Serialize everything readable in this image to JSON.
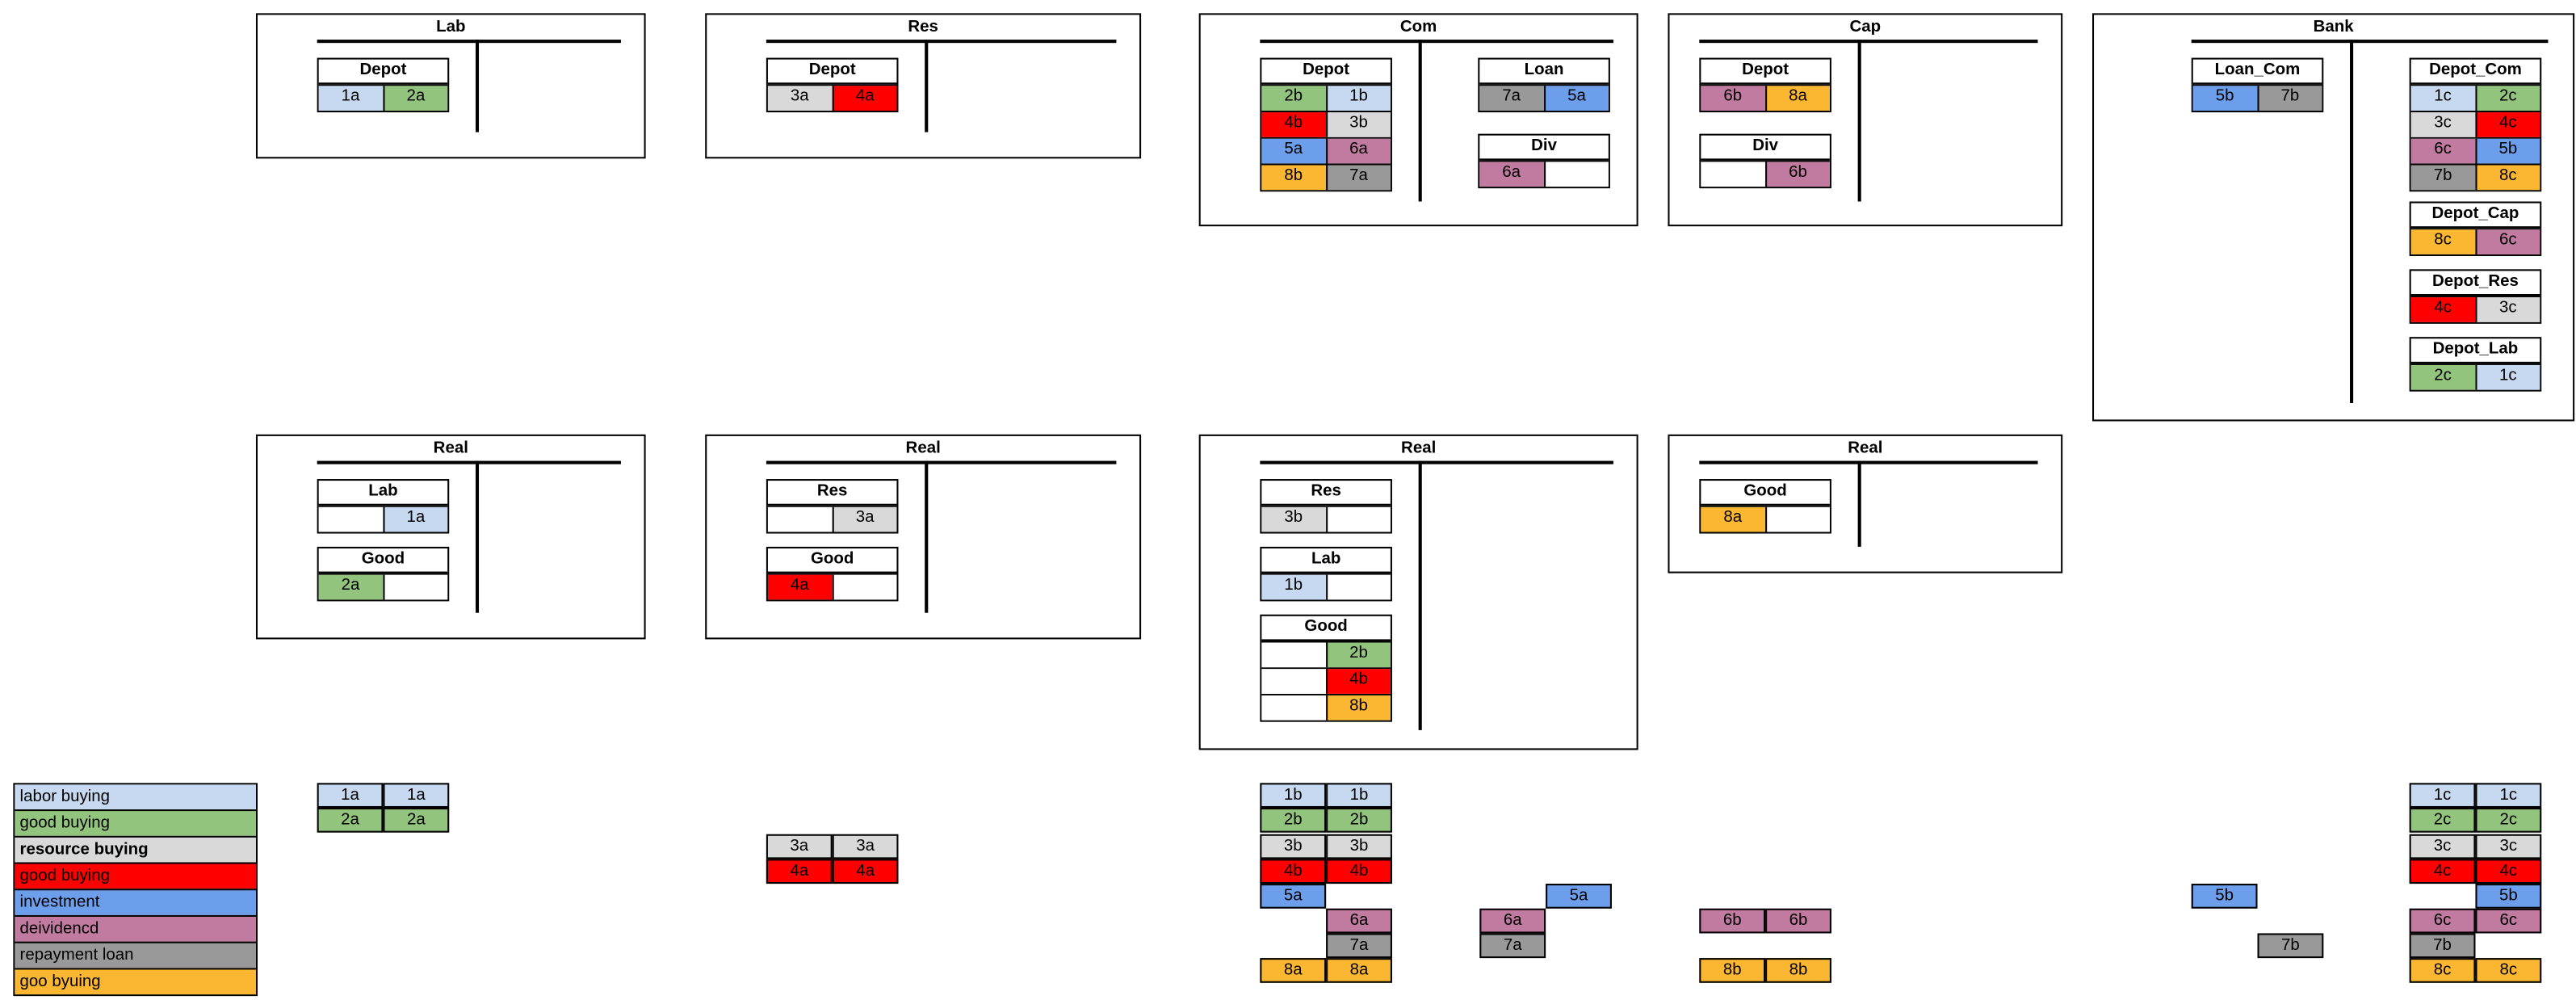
{
  "colors": {
    "labor": "#c6d9f1",
    "good_green": "#93c47d",
    "resource": "#d9d9d9",
    "red": "#ff0000",
    "blue": "#6d9eeb",
    "pink": "#c27ba0",
    "gray": "#999999",
    "orange": "#fbb732",
    "empty": "#ffffff"
  },
  "legend": [
    {
      "label": "labor buying",
      "color": "labor",
      "bold": false
    },
    {
      "label": "good buying",
      "color": "good_green",
      "bold": false
    },
    {
      "label": "resource buying",
      "color": "resource",
      "bold": true
    },
    {
      "label": "good buying",
      "color": "red",
      "bold": false
    },
    {
      "label": "investment",
      "color": "blue",
      "bold": false
    },
    {
      "label": "deividencd",
      "color": "pink",
      "bold": false
    },
    {
      "label": "repayment loan",
      "color": "gray",
      "bold": false
    },
    {
      "label": "goo byuing",
      "color": "orange",
      "bold": false
    }
  ],
  "sectors": [
    {
      "id": "lab",
      "title": "Lab",
      "accounts": [
        {
          "id": "lab-depot",
          "title": "Depot",
          "rows": [
            [
              [
                "1a",
                "labor"
              ],
              [
                "2a",
                "good_green"
              ]
            ]
          ]
        }
      ]
    },
    {
      "id": "res",
      "title": "Res",
      "accounts": [
        {
          "id": "res-depot",
          "title": "Depot",
          "rows": [
            [
              [
                "3a",
                "resource"
              ],
              [
                "4a",
                "red"
              ]
            ]
          ]
        }
      ]
    },
    {
      "id": "com",
      "title": "Com",
      "accounts": [
        {
          "id": "com-depot",
          "title": "Depot",
          "rows": [
            [
              [
                "2b",
                "good_green"
              ],
              [
                "1b",
                "labor"
              ]
            ],
            [
              [
                "4b",
                "red"
              ],
              [
                "3b",
                "resource"
              ]
            ],
            [
              [
                "5a",
                "blue"
              ],
              [
                "6a",
                "pink"
              ]
            ],
            [
              [
                "8b",
                "orange"
              ],
              [
                "7a",
                "gray"
              ]
            ]
          ]
        },
        {
          "id": "com-loan",
          "title": "Loan",
          "rows": [
            [
              [
                "7a",
                "gray"
              ],
              [
                "5a",
                "blue"
              ]
            ]
          ]
        },
        {
          "id": "com-div",
          "title": "Div",
          "rows": [
            [
              [
                "6a",
                "pink"
              ],
              [
                "",
                "empty"
              ]
            ]
          ]
        }
      ]
    },
    {
      "id": "cap",
      "title": "Cap",
      "accounts": [
        {
          "id": "cap-depot",
          "title": "Depot",
          "rows": [
            [
              [
                "6b",
                "pink"
              ],
              [
                "8a",
                "orange"
              ]
            ]
          ]
        },
        {
          "id": "cap-div",
          "title": "Div",
          "rows": [
            [
              [
                "",
                "empty"
              ],
              [
                "6b",
                "pink"
              ]
            ]
          ]
        }
      ]
    },
    {
      "id": "bank",
      "title": "Bank",
      "accounts": [
        {
          "id": "bank-loan-com",
          "title": "Loan_Com",
          "rows": [
            [
              [
                "5b",
                "blue"
              ],
              [
                "7b",
                "gray"
              ]
            ]
          ]
        },
        {
          "id": "bank-depot-com",
          "title": "Depot_Com",
          "rows": [
            [
              [
                "1c",
                "labor"
              ],
              [
                "2c",
                "good_green"
              ]
            ],
            [
              [
                "3c",
                "resource"
              ],
              [
                "4c",
                "red"
              ]
            ],
            [
              [
                "6c",
                "pink"
              ],
              [
                "5b",
                "blue"
              ]
            ],
            [
              [
                "7b",
                "gray"
              ],
              [
                "8c",
                "orange"
              ]
            ]
          ]
        },
        {
          "id": "bank-depot-cap",
          "title": "Depot_Cap",
          "rows": [
            [
              [
                "8c",
                "orange"
              ],
              [
                "6c",
                "pink"
              ]
            ]
          ]
        },
        {
          "id": "bank-depot-res",
          "title": "Depot_Res",
          "rows": [
            [
              [
                "4c",
                "red"
              ],
              [
                "3c",
                "resource"
              ]
            ]
          ]
        },
        {
          "id": "bank-depot-lab",
          "title": "Depot_Lab",
          "rows": [
            [
              [
                "2c",
                "good_green"
              ],
              [
                "1c",
                "labor"
              ]
            ]
          ]
        }
      ]
    },
    {
      "id": "lab-real",
      "title": "Real",
      "accounts": [
        {
          "id": "lab-real-lab",
          "title": "Lab",
          "rows": [
            [
              [
                "",
                "empty"
              ],
              [
                "1a",
                "labor"
              ]
            ]
          ]
        },
        {
          "id": "lab-real-good",
          "title": "Good",
          "rows": [
            [
              [
                "2a",
                "good_green"
              ],
              [
                "",
                "empty"
              ]
            ]
          ]
        }
      ]
    },
    {
      "id": "res-real",
      "title": "Real",
      "accounts": [
        {
          "id": "res-real-res",
          "title": "Res",
          "rows": [
            [
              [
                "",
                "empty"
              ],
              [
                "3a",
                "resource"
              ]
            ]
          ]
        },
        {
          "id": "res-real-good",
          "title": "Good",
          "rows": [
            [
              [
                "4a",
                "red"
              ],
              [
                "",
                "empty"
              ]
            ]
          ]
        }
      ]
    },
    {
      "id": "com-real",
      "title": "Real",
      "accounts": [
        {
          "id": "com-real-res",
          "title": "Res",
          "rows": [
            [
              [
                "3b",
                "resource"
              ],
              [
                "",
                "empty"
              ]
            ]
          ]
        },
        {
          "id": "com-real-lab",
          "title": "Lab",
          "rows": [
            [
              [
                "1b",
                "labor"
              ],
              [
                "",
                "empty"
              ]
            ]
          ]
        },
        {
          "id": "com-real-good",
          "title": "Good",
          "rows": [
            [
              [
                "",
                "empty"
              ],
              [
                "2b",
                "good_green"
              ]
            ],
            [
              [
                "",
                "empty"
              ],
              [
                "4b",
                "red"
              ]
            ],
            [
              [
                "",
                "empty"
              ],
              [
                "8b",
                "orange"
              ]
            ]
          ]
        }
      ]
    },
    {
      "id": "cap-real",
      "title": "Real",
      "accounts": [
        {
          "id": "cap-real-good",
          "title": "Good",
          "rows": [
            [
              [
                "8a",
                "orange"
              ],
              [
                "",
                "empty"
              ]
            ]
          ]
        }
      ]
    }
  ],
  "chips": [
    [
      "1a",
      "labor"
    ],
    [
      "1a",
      "labor"
    ],
    [
      "2a",
      "good_green"
    ],
    [
      "2a",
      "good_green"
    ],
    [
      "3a",
      "resource"
    ],
    [
      "3a",
      "resource"
    ],
    [
      "4a",
      "red"
    ],
    [
      "4a",
      "red"
    ],
    [
      "1b",
      "labor"
    ],
    [
      "1b",
      "labor"
    ],
    [
      "2b",
      "good_green"
    ],
    [
      "2b",
      "good_green"
    ],
    [
      "3b",
      "resource"
    ],
    [
      "3b",
      "resource"
    ],
    [
      "4b",
      "red"
    ],
    [
      "4b",
      "red"
    ],
    [
      "5a",
      "blue"
    ],
    [
      "6a",
      "pink"
    ],
    [
      "7a",
      "gray"
    ],
    [
      "8a",
      "orange"
    ],
    [
      "8a",
      "orange"
    ],
    [
      "5a",
      "blue"
    ],
    [
      "6a",
      "pink"
    ],
    [
      "7a",
      "gray"
    ],
    [
      "6b",
      "pink"
    ],
    [
      "6b",
      "pink"
    ],
    [
      "8b",
      "orange"
    ],
    [
      "8b",
      "orange"
    ],
    [
      "5b",
      "blue"
    ],
    [
      "7b",
      "gray"
    ],
    [
      "1c",
      "labor"
    ],
    [
      "1c",
      "labor"
    ],
    [
      "2c",
      "good_green"
    ],
    [
      "2c",
      "good_green"
    ],
    [
      "3c",
      "resource"
    ],
    [
      "3c",
      "resource"
    ],
    [
      "4c",
      "red"
    ],
    [
      "4c",
      "red"
    ],
    [
      "5b",
      "blue"
    ],
    [
      "6c",
      "pink"
    ],
    [
      "6c",
      "pink"
    ],
    [
      "7b",
      "gray"
    ],
    [
      "8c",
      "orange"
    ],
    [
      "8c",
      "orange"
    ]
  ]
}
